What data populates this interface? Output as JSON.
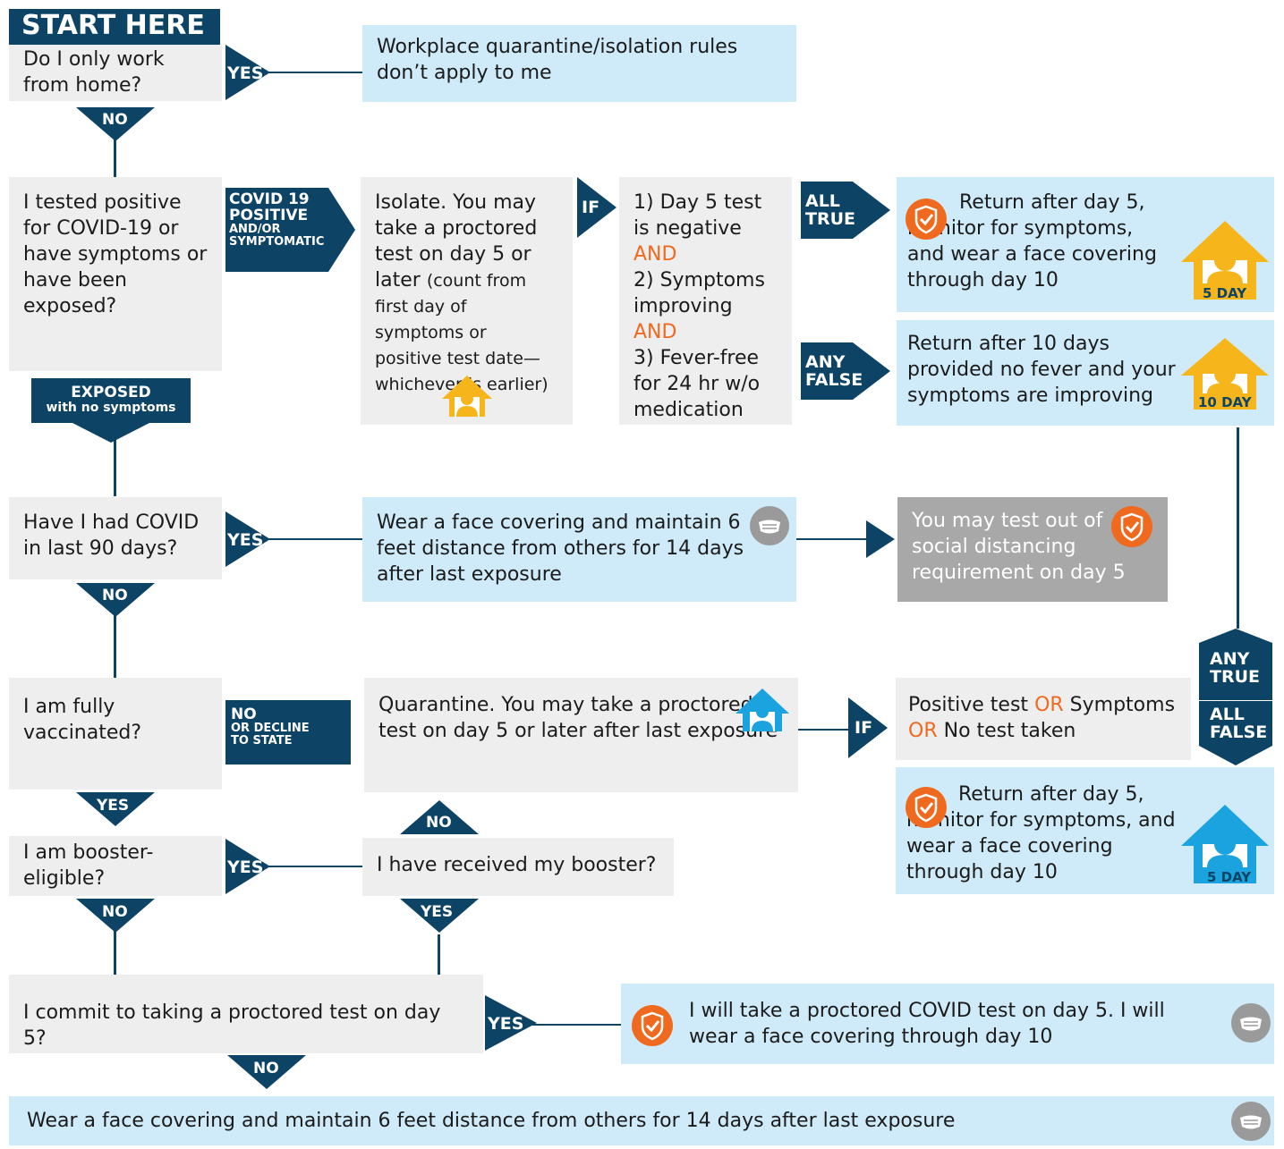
{
  "start": {
    "title": "START HERE",
    "q1": "Do I only work from home?"
  },
  "labels": {
    "yes": "YES",
    "no": "NO",
    "if": "IF",
    "covid_pos_1": "COVID 19",
    "covid_pos_2": "POSITIVE",
    "covid_pos_3": "AND/OR",
    "covid_pos_4": "SYMPTOMATIC",
    "all_true_1": "ALL",
    "all_true_2": "TRUE",
    "any_false_1": "ANY",
    "any_false_2": "FALSE",
    "any_true_1": "ANY",
    "any_true_2": "TRUE",
    "all_false_1": "ALL",
    "all_false_2": "FALSE",
    "exposed_1": "EXPOSED",
    "exposed_2": "with no symptoms",
    "no_decline_1": "NO",
    "no_decline_2": "OR DECLINE",
    "no_decline_3": "TO STATE",
    "day5": "5 DAY",
    "day10": "10 DAY"
  },
  "boxes": {
    "workplace": "Workplace quarantine/isolation rules don’t apply to me",
    "q_tested": "I tested positive for COVID-19 or have symptoms or have been exposed?",
    "isolate_1": "Isolate. You may take a proctored test on day 5 or later",
    "isolate_2": "(count from first day of symptoms or positive test date— whichever is earlier)",
    "cond_1": "1) Day 5 test is negative",
    "cond_and": "AND",
    "cond_2": "2) Symptoms improving",
    "cond_3": "3) Fever-free for 24 hr w/o medication",
    "return5": "Return after day 5, monitor for symptoms, and wear a face covering through day 10",
    "return10": "Return after 10 days provided no fever and your symptoms are improving",
    "q_covid90": "Have I had COVID in last 90 days?",
    "wear14": "Wear a face covering and maintain 6 feet distance from others for 14 days after last exposure",
    "testout": "You may test out of social distancing requirement on day 5",
    "q_vacc": "I am fully vaccinated?",
    "quarantine": "Quarantine. You may take a proctored test on day 5 or later after last exposure",
    "pos_a": "Positive test",
    "pos_or": "OR",
    "pos_b": "Symptoms",
    "pos_c": "No test taken",
    "return5b": "Return after day 5, monitor for symptoms, and wear a face covering through day 10",
    "q_booster_elig": "I am booster-eligible?",
    "q_booster_recv": "I have received my booster?",
    "q_commit": "I commit to taking a proctored test on day 5?",
    "commit_yes": "I will take a proctored COVID test on day 5. I will wear a face covering through day 10",
    "final": "Wear a face covering and maintain 6 feet distance from others for 14 days after last exposure"
  },
  "colors": {
    "navy": "#0d4466",
    "light_blue": "#cfeaf8",
    "gray": "#eeeeee",
    "orange": "#ef6a1f",
    "yellow": "#f6b51b",
    "cyan": "#1aa3de"
  }
}
